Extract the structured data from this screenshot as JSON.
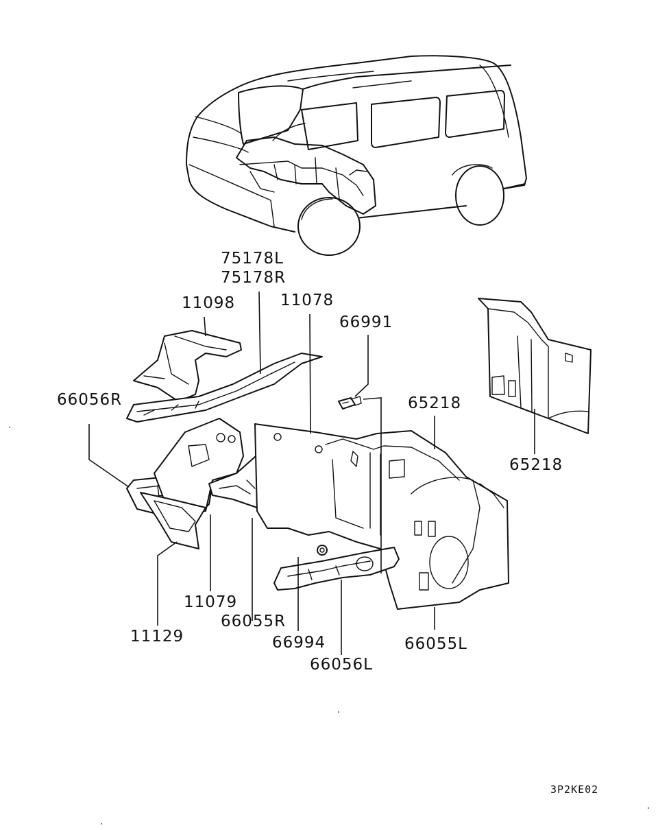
{
  "diagram": {
    "labels": {
      "p75178L": "75178L",
      "p75178R": "75178R",
      "p11098": "11098",
      "p11078": "11078",
      "p66991": "66991",
      "p66056R": "66056R",
      "p65218_top": "65218",
      "p65218_right": "65218",
      "p11079": "11079",
      "p11129": "11129",
      "p66055R": "66055R",
      "p66994": "66994",
      "p66056L": "66056L",
      "p66055L": "66055L"
    },
    "drawing_code": "3P2KE02"
  }
}
